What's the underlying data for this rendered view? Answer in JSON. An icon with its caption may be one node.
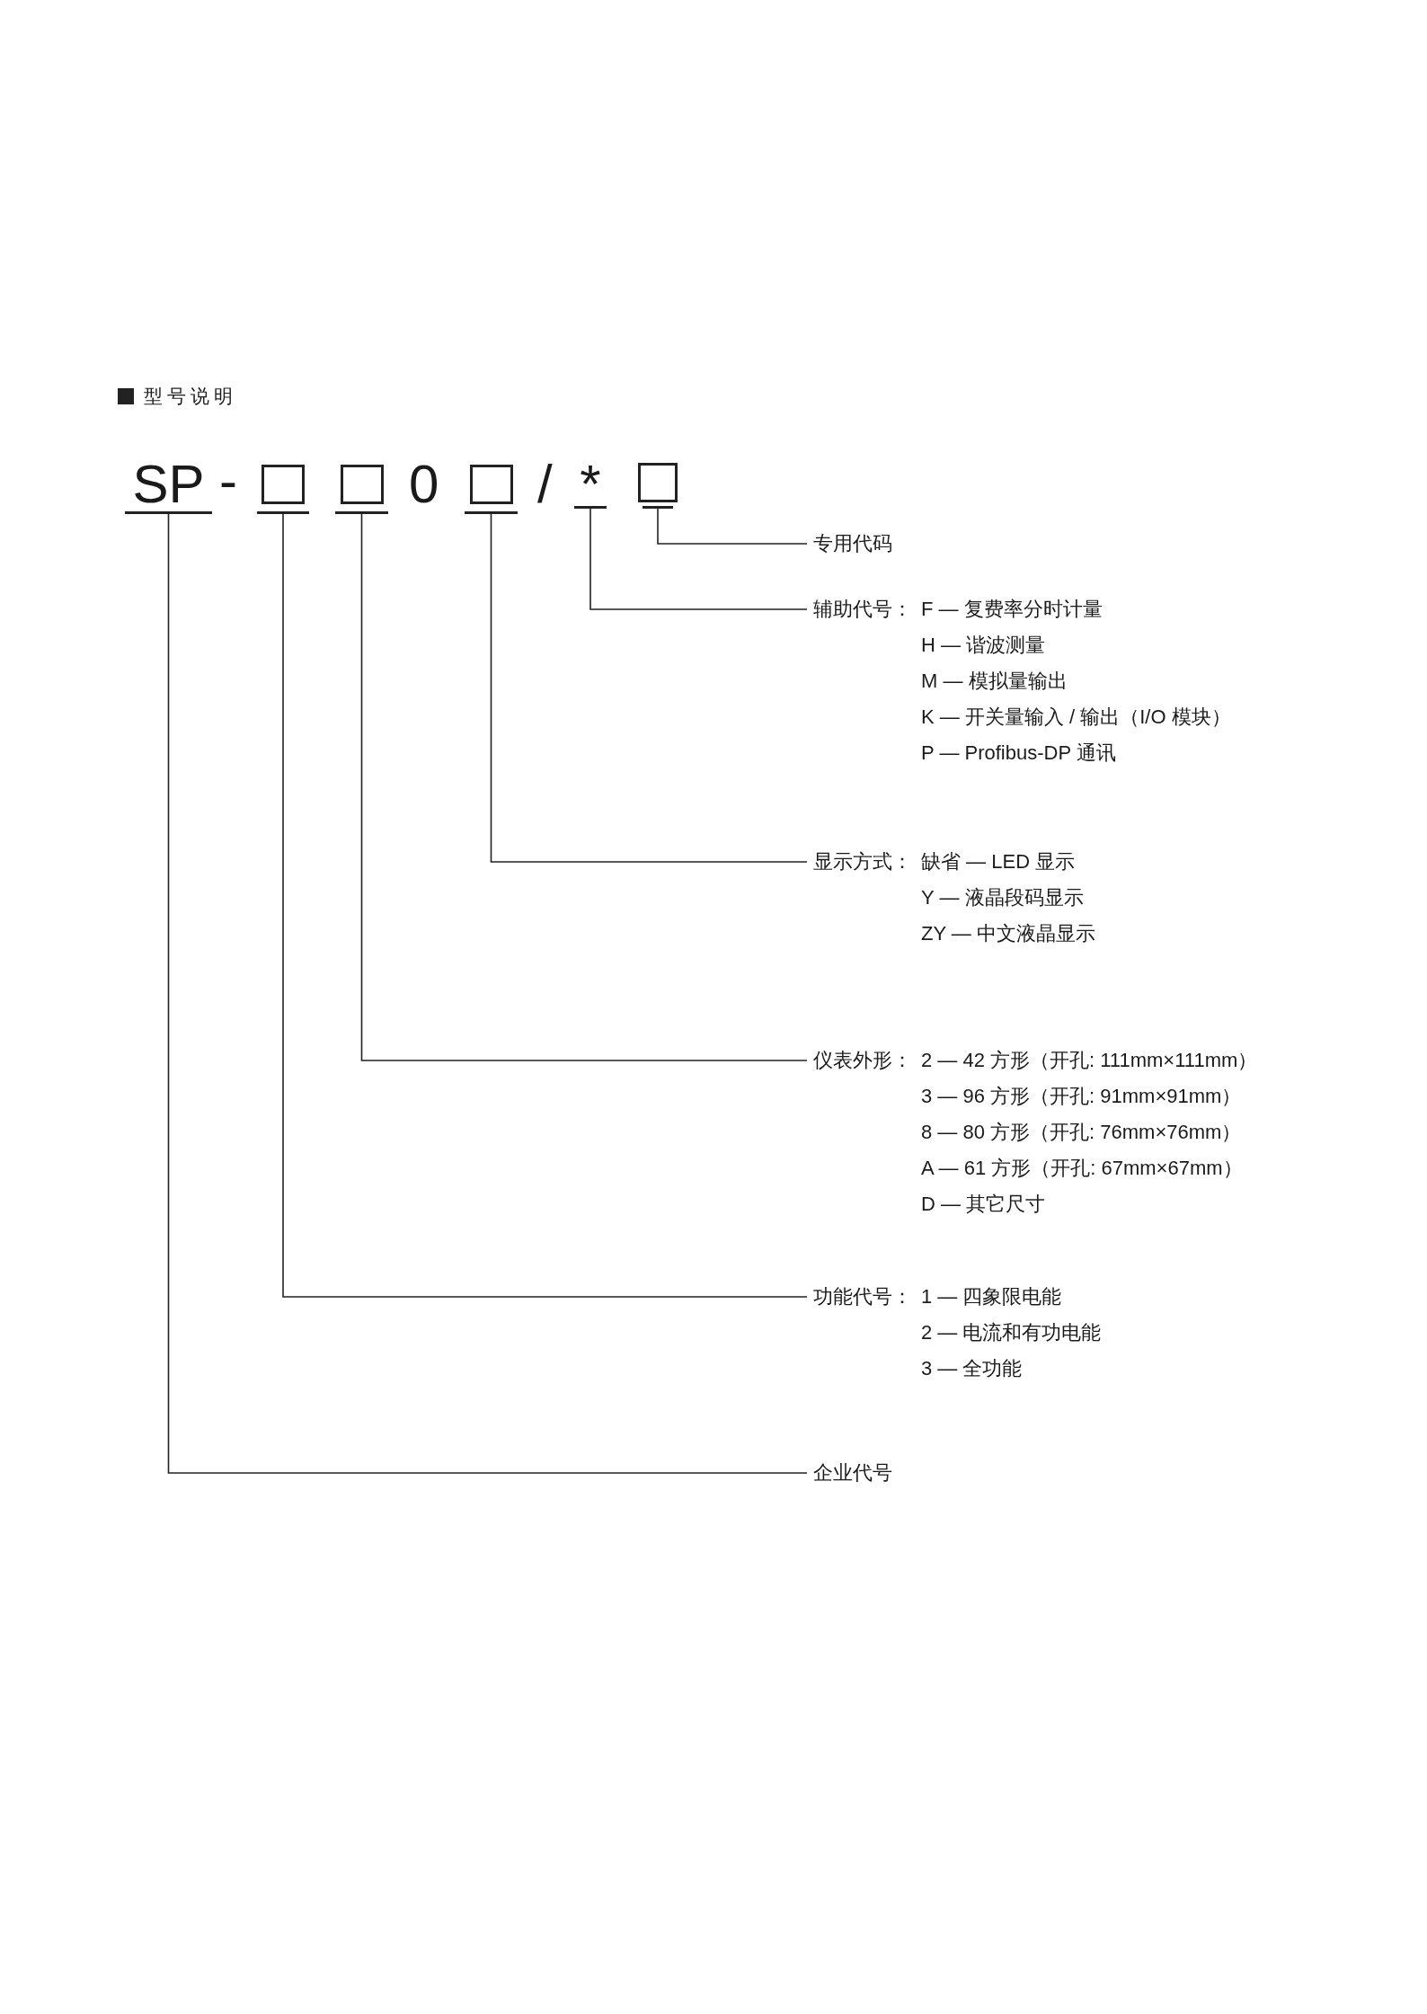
{
  "diagram": {
    "nodes": [
      {
        "text": [
          "SP"
        ]
      },
      {
        "text": [],
        "shape": "box"
      },
      {
        "text": [],
        "shape": "box"
      },
      {
        "text": [],
        "shape": "box"
      },
      {
        "text": [
          "*"
        ]
      },
      {
        "text": [],
        "shape": "box"
      },
      {
        "text": [
          "专用代码"
        ]
      },
      {
        "text": [
          "辅助代号：",
          "F — 复费率分时计量",
          "H — 谐波测量",
          "M — 模拟量输出",
          "K — 开关量输入 / 输出（I/O 模块）",
          "P — Profibus-DP 通讯"
        ]
      },
      {
        "text": [
          "显示方式：",
          "缺省 — LED 显示",
          "Y — 液晶段码显示",
          "ZY — 中文液晶显示"
        ]
      },
      {
        "text": [
          "仪表外形：",
          "2 — 42 方形（开孔: 111mm×111mm）",
          "3 — 96 方形（开孔: 91mm×91mm）",
          "8 — 80 方形（开孔: 76mm×76mm）",
          "A — 61 方形（开孔: 67mm×67mm）",
          "D — 其它尺寸"
        ]
      },
      {
        "text": [
          "功能代号：",
          "1 — 四象限电能",
          "2 — 电流和有功电能",
          "3 — 全功能"
        ]
      },
      {
        "text": [
          "企业代号"
        ]
      }
    ],
    "edges": [
      {
        "from": 5,
        "to": 6,
        "arrow": "none"
      },
      {
        "from": 4,
        "to": 7,
        "arrow": "none"
      },
      {
        "from": 3,
        "to": 8,
        "arrow": "none"
      },
      {
        "from": 2,
        "to": 9,
        "arrow": "none"
      },
      {
        "from": 1,
        "to": 10,
        "arrow": "none"
      },
      {
        "from": 0,
        "to": 11,
        "arrow": "none"
      }
    ],
    "labels": [
      "型号说明",
      "-",
      "0",
      "/"
    ]
  }
}
